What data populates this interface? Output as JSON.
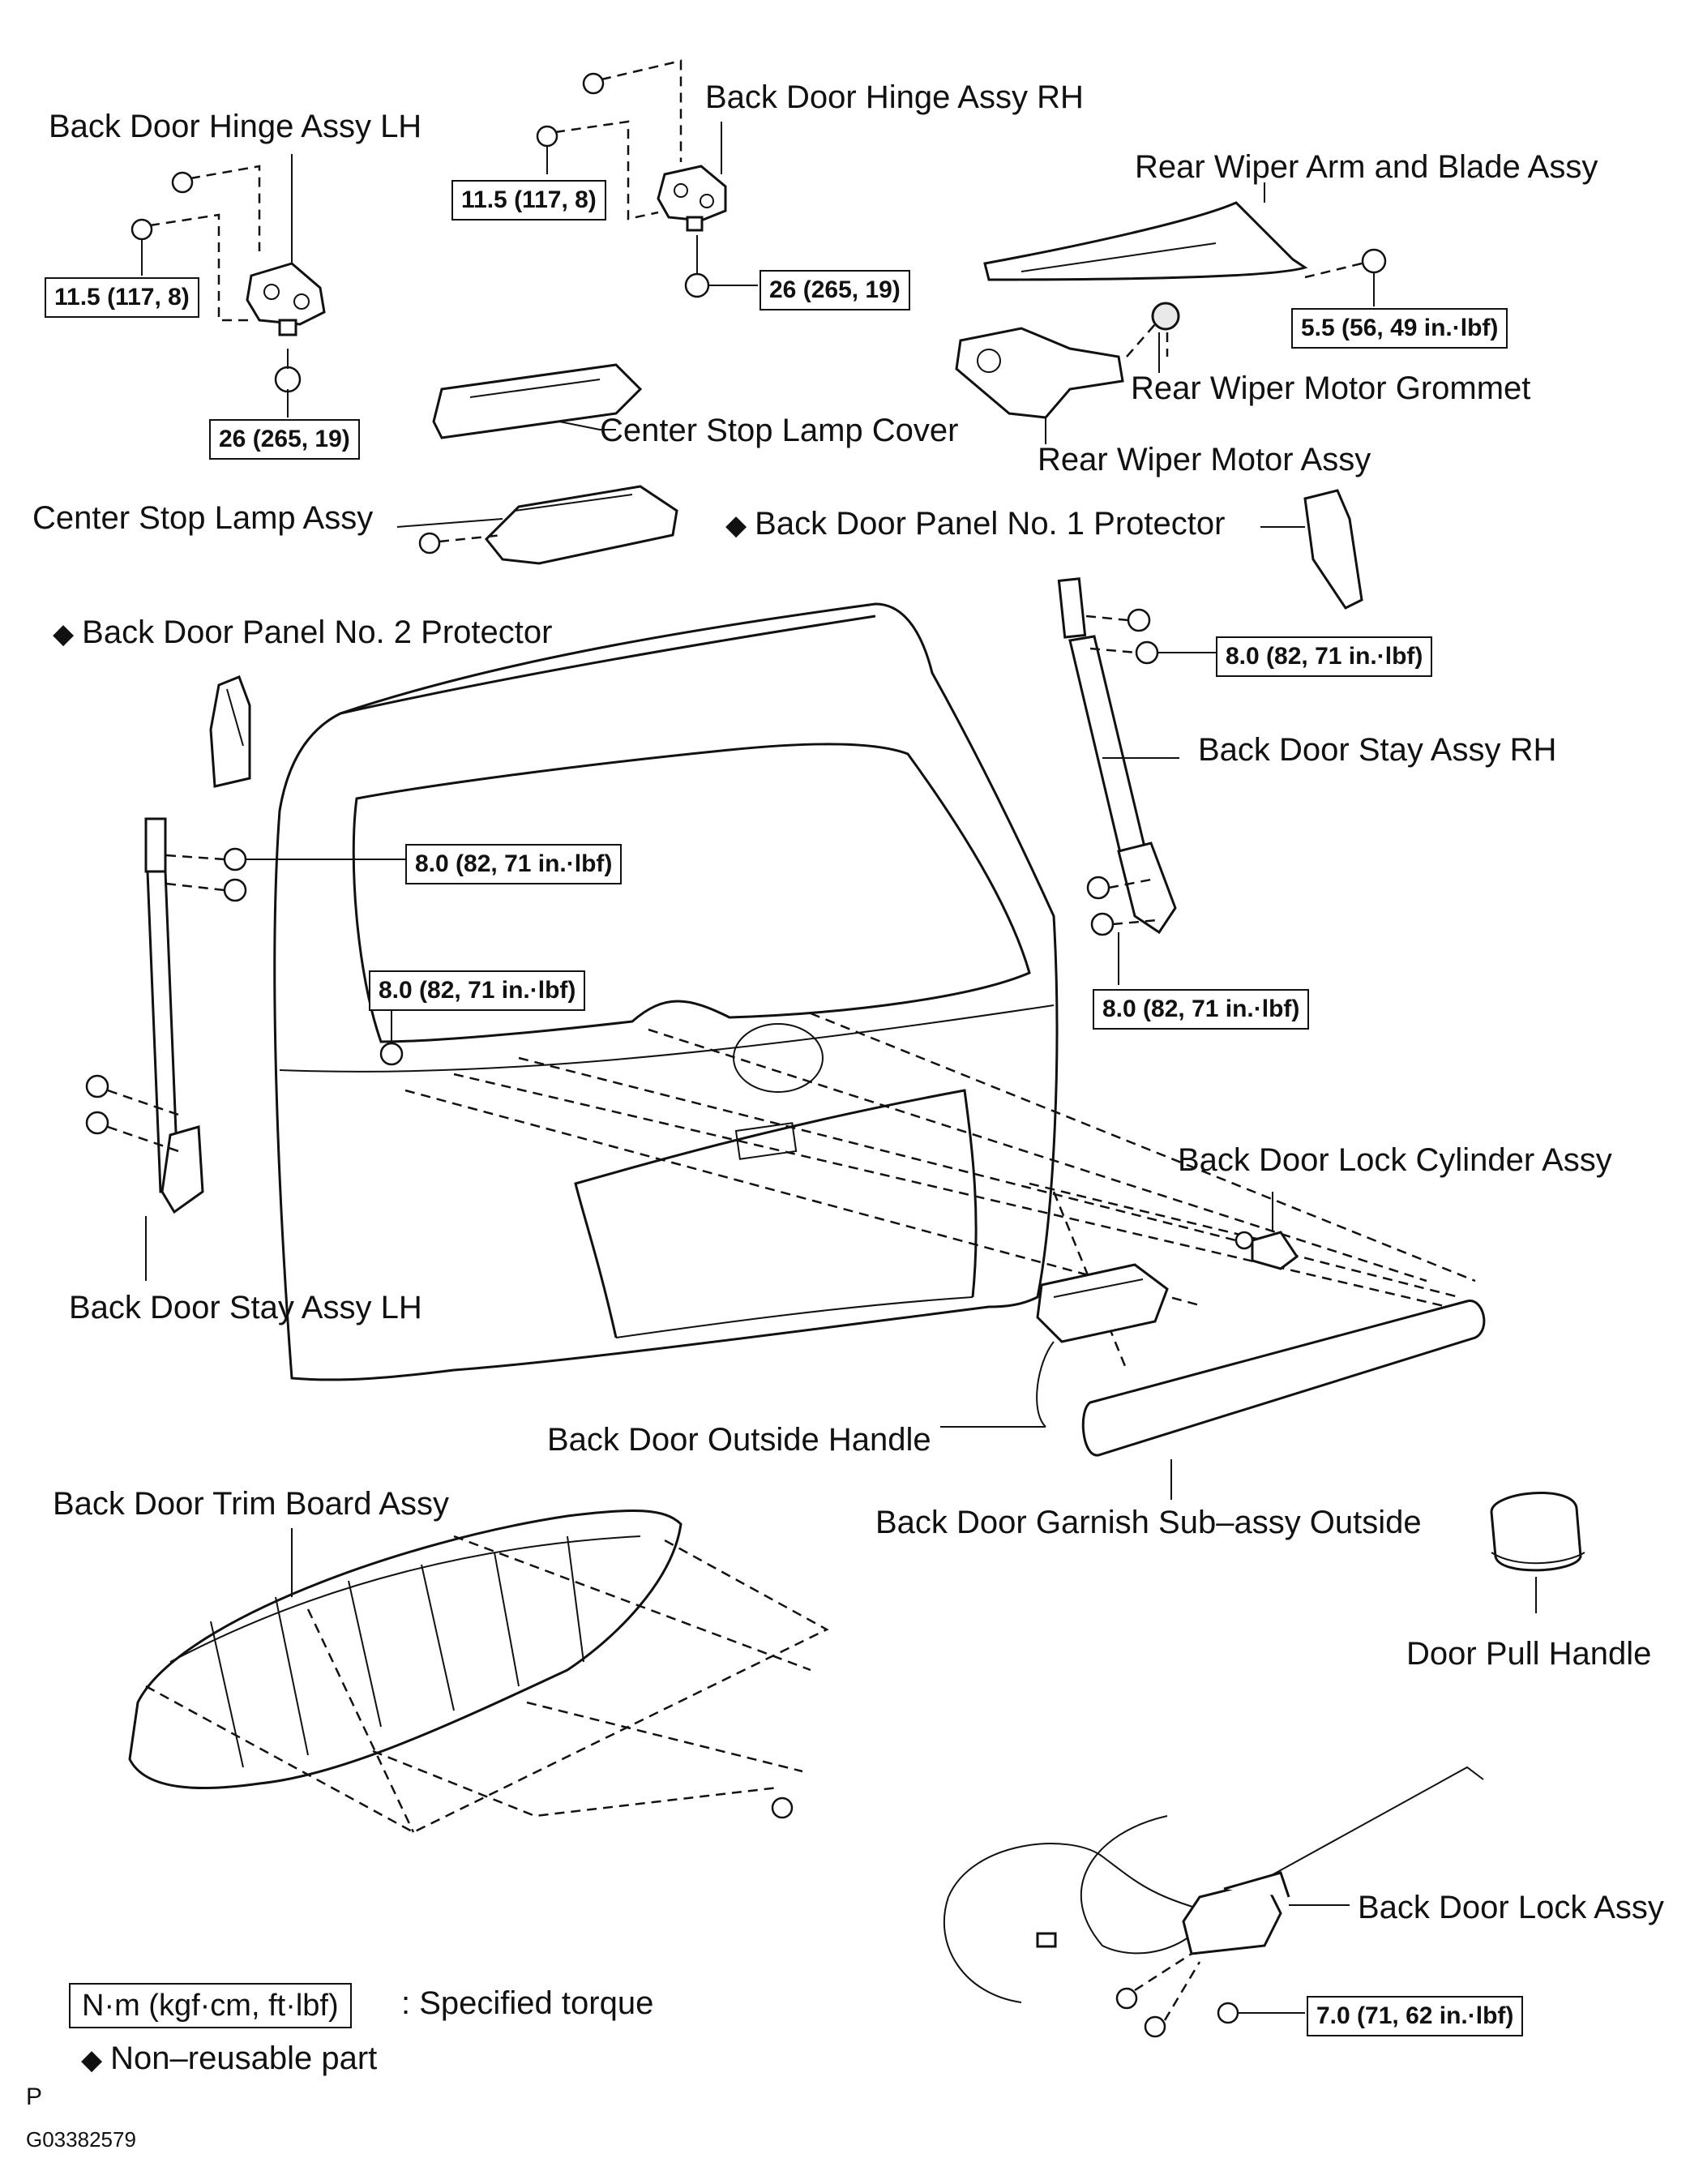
{
  "labels": {
    "hinge_lh": "Back Door Hinge Assy LH",
    "hinge_rh": "Back Door Hinge Assy RH",
    "wiper_arm": "Rear Wiper Arm and Blade Assy",
    "wiper_grommet": "Rear Wiper Motor Grommet",
    "wiper_motor": "Rear Wiper Motor Assy",
    "stop_lamp_cover": "Center Stop Lamp Cover",
    "stop_lamp_assy": "Center Stop Lamp Assy",
    "panel_protector_1": "Back Door Panel No. 1 Protector",
    "panel_protector_2": "Back Door Panel No. 2 Protector",
    "stay_rh": "Back Door Stay Assy RH",
    "stay_lh": "Back Door Stay Assy LH",
    "lock_cylinder": "Back Door Lock Cylinder Assy",
    "outside_handle": "Back Door Outside Handle",
    "trim_board": "Back Door Trim Board Assy",
    "garnish": "Back Door Garnish Sub–assy Outside",
    "pull_handle": "Door Pull Handle",
    "lock_assy": "Back Door Lock Assy"
  },
  "non_reusable_mark": "◆",
  "torques": {
    "hinge_lh_bolt": "11.5 (117, 8)",
    "hinge_lh_nut": "26 (265, 19)",
    "hinge_rh_bolt": "11.5 (117, 8)",
    "hinge_rh_nut": "26 (265, 19)",
    "wiper_nut": "5.5 (56, 49 in.·lbf)",
    "stay_rh_upper": "8.0 (82, 71 in.·lbf)",
    "stay_lh_upper": "8.0 (82, 71 in.·lbf)",
    "stud": "8.0 (82, 71 in.·lbf)",
    "stay_rh_lower": "8.0 (82, 71 in.·lbf)",
    "lock_assy": "7.0 (71, 62 in.·lbf)"
  },
  "legend": {
    "torque_unit": "N·m (kgf·cm, ft·lbf)",
    "torque_desc": ": Specified torque",
    "non_reusable_symbol": "◆",
    "non_reusable_desc": "Non–reusable part"
  },
  "footer": {
    "letter": "P",
    "code": "G03382579"
  }
}
